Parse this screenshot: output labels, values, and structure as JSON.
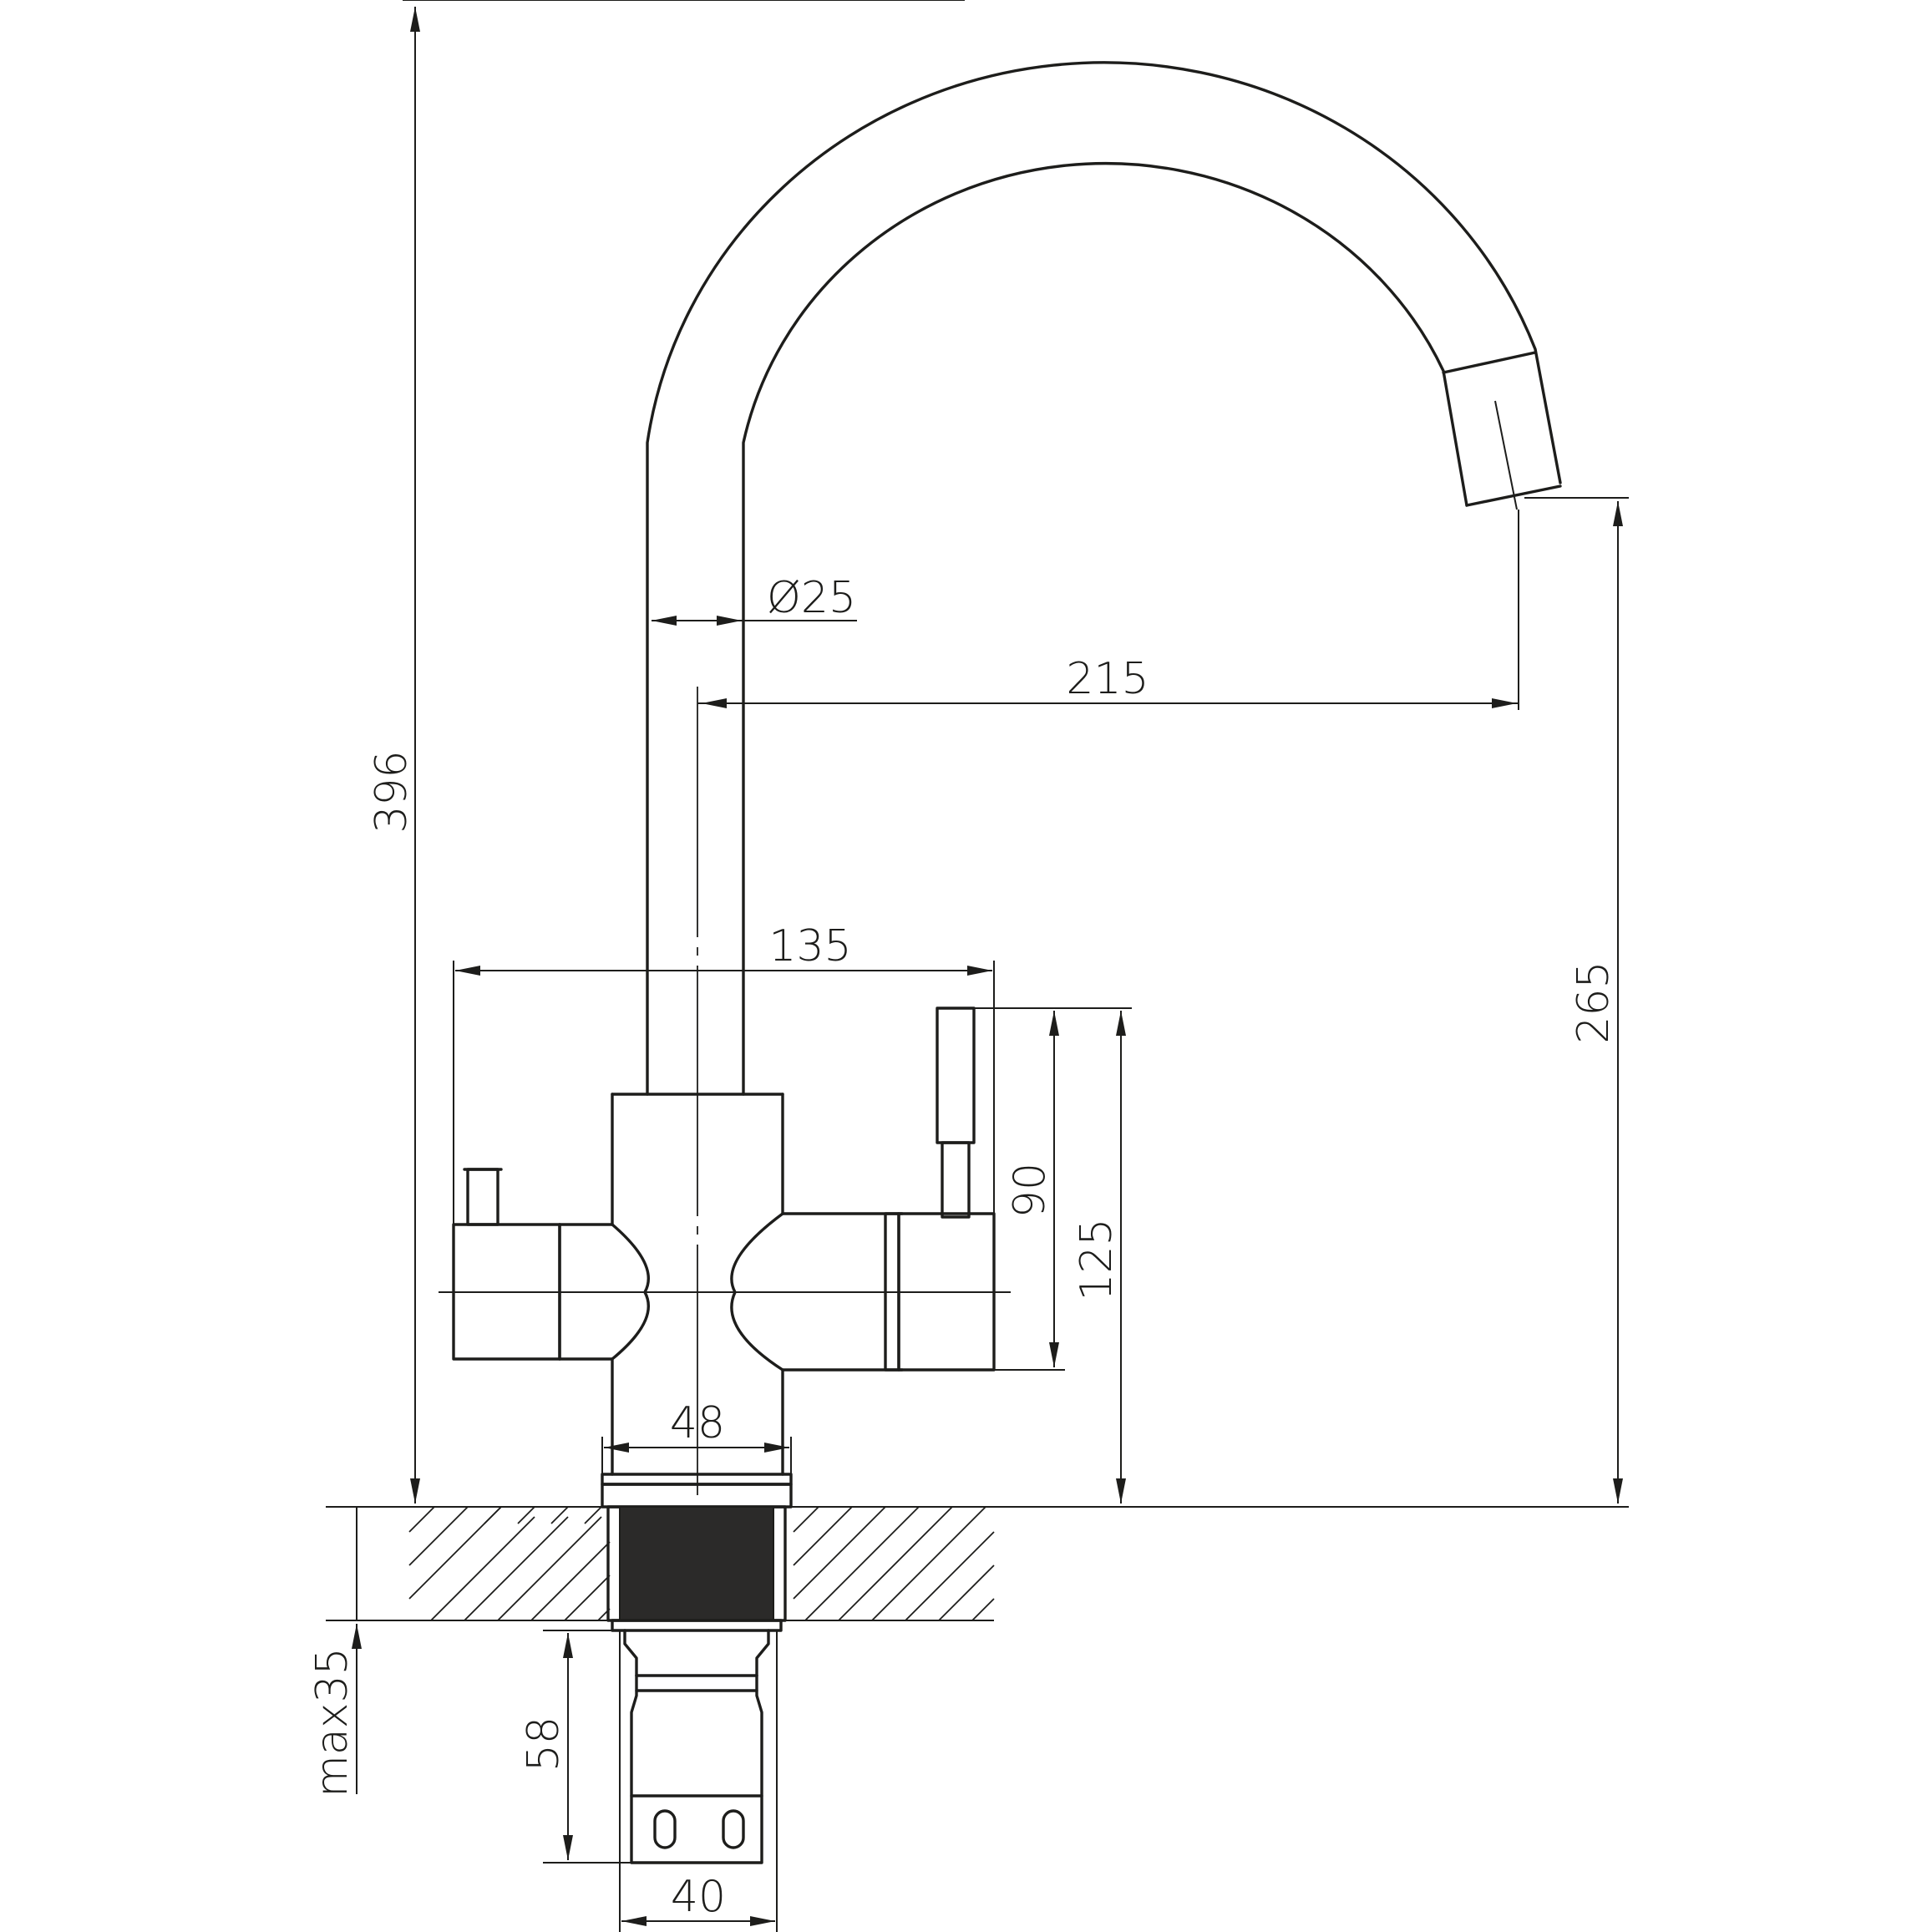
{
  "drawing": {
    "dimensions": {
      "total_height": "396",
      "spout_diameter": "Ø25",
      "spout_reach": "215",
      "spout_outlet_height": "265",
      "handle_span": "135",
      "lever_height": "90",
      "body_height": "125",
      "base_width": "48",
      "max_countertop_thickness": "max35",
      "shank_length": "58",
      "shank_width": "40"
    },
    "colors": {
      "line": "#1d1d1b",
      "thread_fill": "#2b2a29",
      "background": "#ffffff"
    }
  }
}
